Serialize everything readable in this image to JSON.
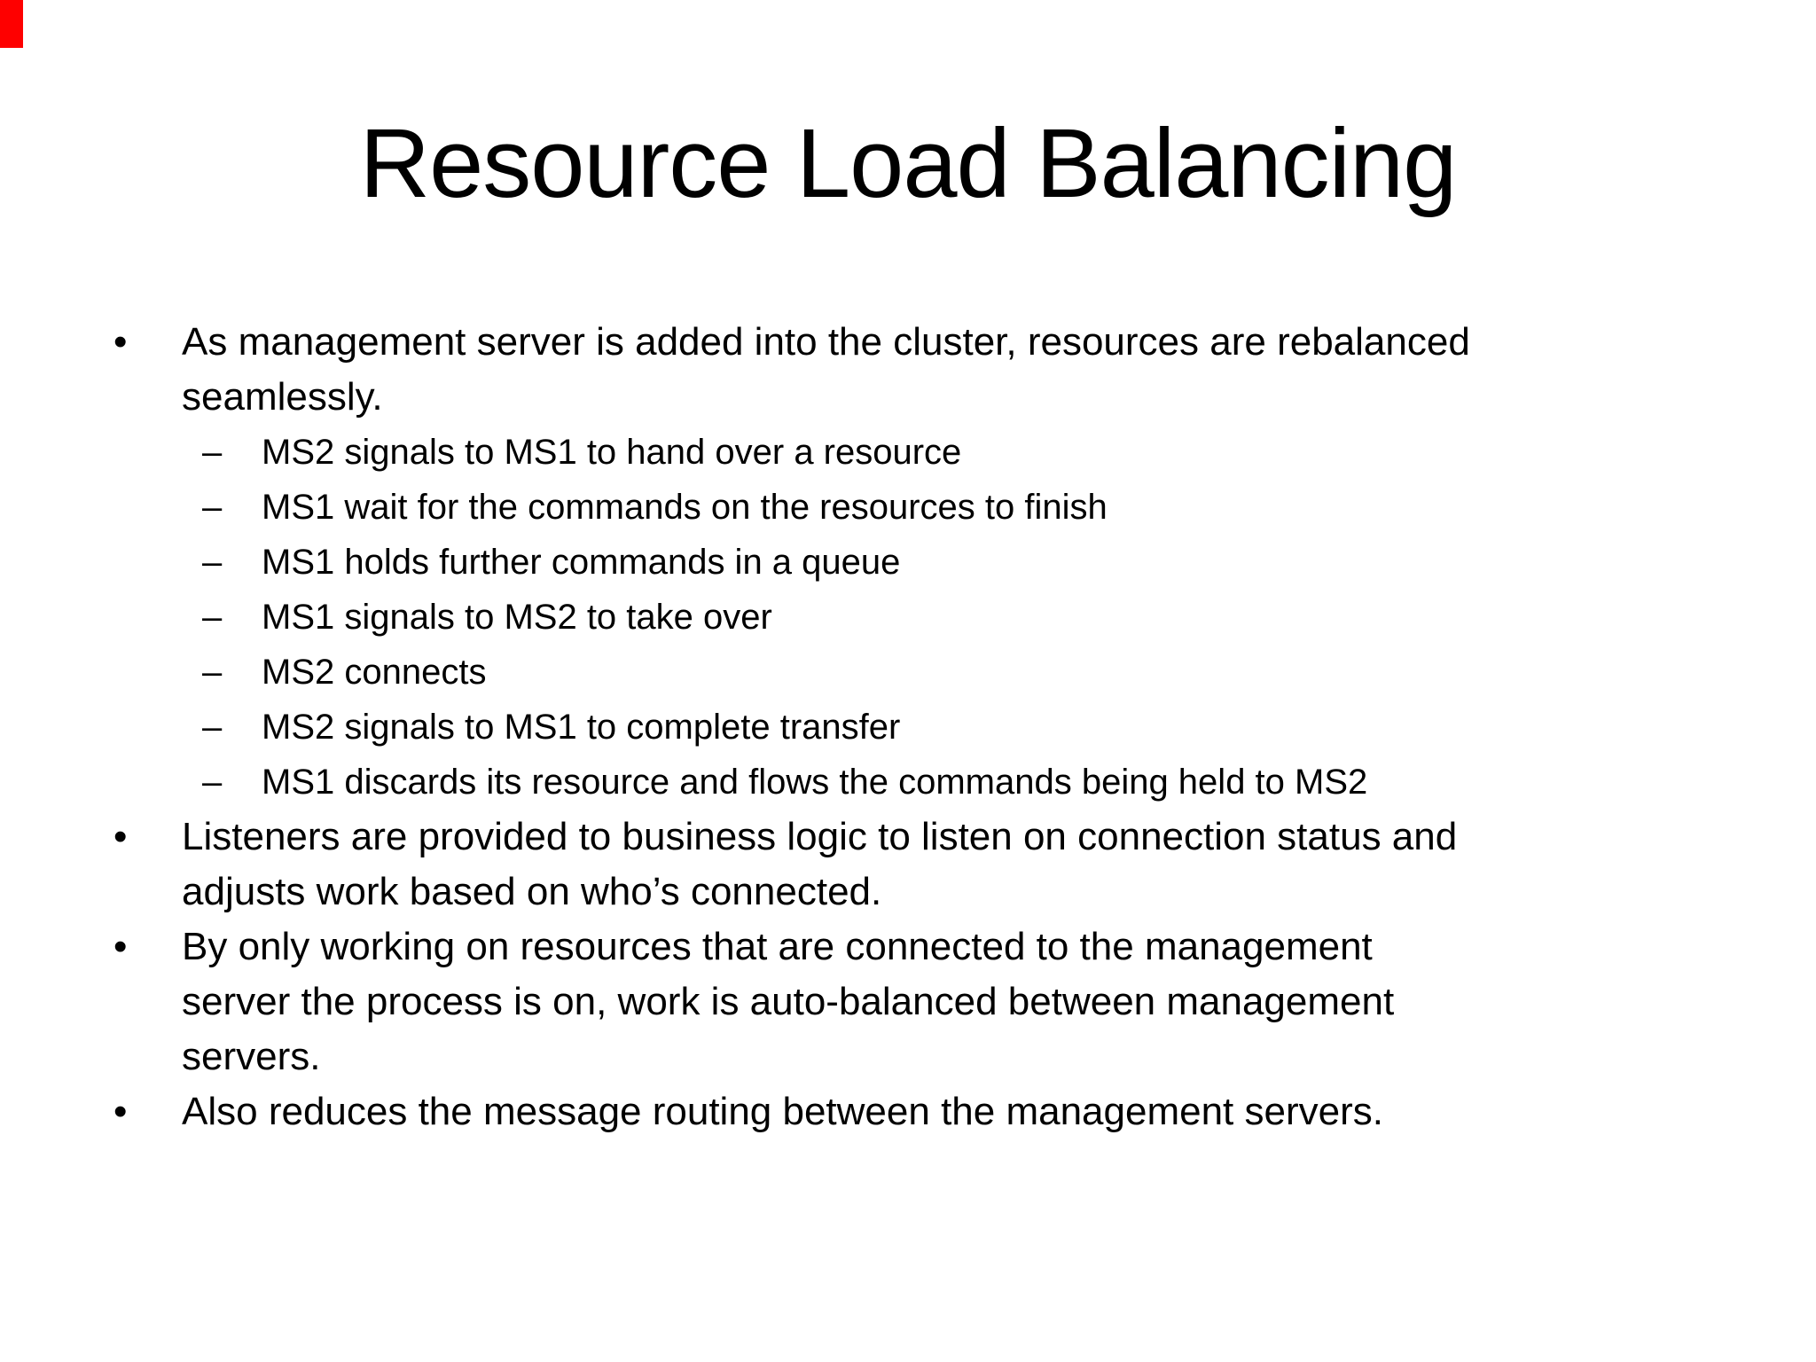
{
  "title": "Resource Load Balancing",
  "colors": {
    "background": "#ffffff",
    "text": "#000000",
    "corner_marker_red": "#fe0000"
  },
  "markers": {
    "level1": "•",
    "level2": "–"
  },
  "bullets": [
    {
      "level": 1,
      "lines": [
        "As management server is added into the cluster, resources are rebalanced",
        "seamlessly."
      ]
    },
    {
      "level": 2,
      "lines": [
        "MS2 signals to MS1 to hand over a resource"
      ]
    },
    {
      "level": 2,
      "lines": [
        "MS1 wait for the commands on the resources to finish"
      ]
    },
    {
      "level": 2,
      "lines": [
        "MS1 holds further commands in a queue"
      ]
    },
    {
      "level": 2,
      "lines": [
        "MS1 signals to MS2 to take over"
      ]
    },
    {
      "level": 2,
      "lines": [
        "MS2 connects"
      ]
    },
    {
      "level": 2,
      "lines": [
        "MS2 signals to MS1 to complete transfer"
      ]
    },
    {
      "level": 2,
      "lines": [
        "MS1 discards its resource and flows the commands being held to MS2"
      ]
    },
    {
      "level": 1,
      "lines": [
        "Listeners are provided to business logic to listen on connection status and",
        "adjusts work based on who’s connected."
      ]
    },
    {
      "level": 1,
      "lines": [
        "By only working on resources that are connected to the management",
        "server the process is on, work is auto-balanced between management",
        "servers."
      ]
    },
    {
      "level": 1,
      "lines": [
        "Also reduces the message routing between the management servers."
      ]
    }
  ]
}
